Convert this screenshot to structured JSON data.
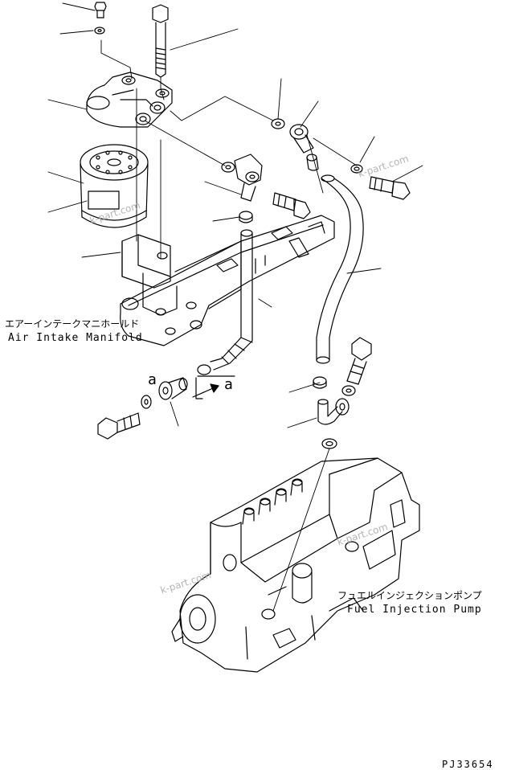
{
  "labels": {
    "air_intake_jp": "エアーインテークマニホールド",
    "air_intake_en": "Air Intake Manifold",
    "fuel_pump_jp": "フュエルインジェクションポンプ",
    "fuel_pump_en": "Fuel Injection Pump",
    "ref_a_1": "a",
    "ref_a_2": "a",
    "drawing_code": "PJ33654"
  },
  "watermarks": [
    "k-part.com",
    "k-part.com",
    "k-part.com",
    "k-part.com"
  ],
  "colors": {
    "ink": "#000000",
    "watermark": "#b4b4b4",
    "background": "#ffffff"
  }
}
